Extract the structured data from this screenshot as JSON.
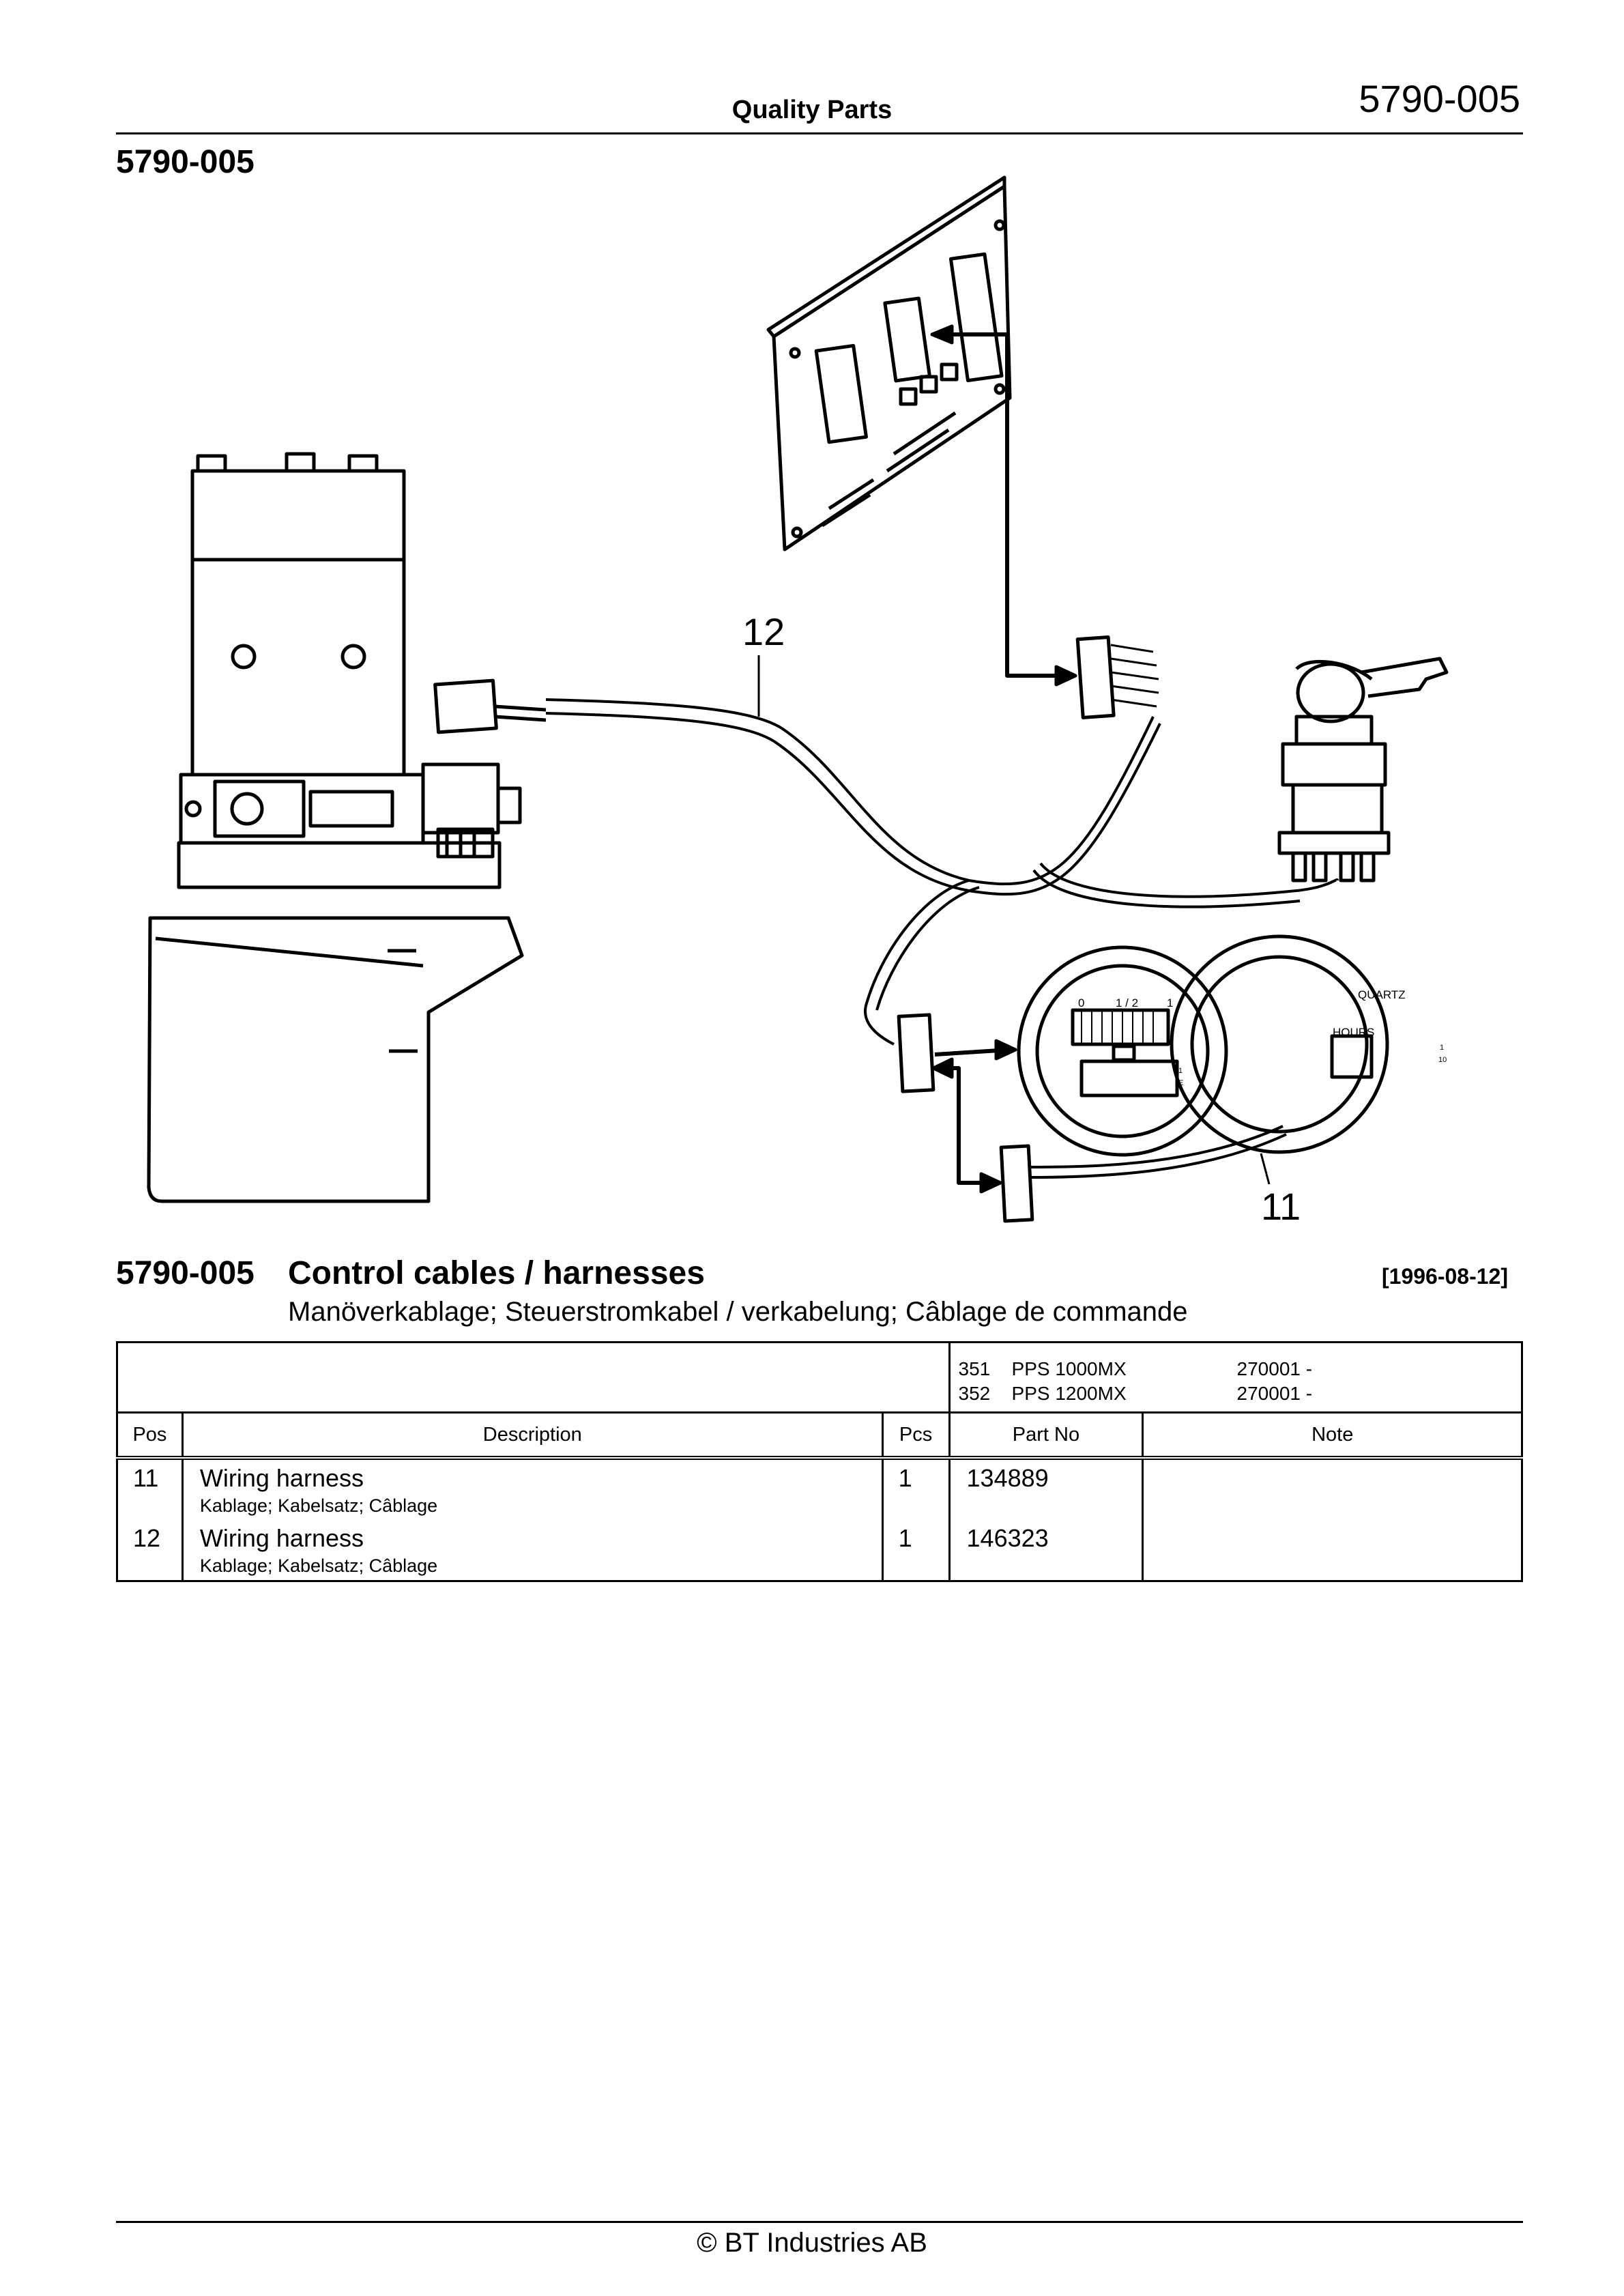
{
  "header": {
    "center_title": "Quality Parts",
    "doc_number": "5790-005"
  },
  "section_code": "5790-005",
  "figure": {
    "callout_12": "12",
    "callout_11": "11",
    "gauge_left_ticks": [
      "0",
      "1 / 2",
      "1"
    ],
    "gauge_left_marks": [
      "1",
      "E"
    ],
    "gauge_right_brand": "QUARTZ",
    "gauge_right_label": "HOURS",
    "gauge_right_marks": [
      "1",
      "10"
    ]
  },
  "title": {
    "code": "5790-005",
    "main": "Control cables / harnesses",
    "date": "[1996-08-12]",
    "subtitle": "Manöverkablage; Steuerstromkabel / verkabelung; Câblage de commande"
  },
  "variants": [
    {
      "code": "351",
      "model": "PPS 1000MX",
      "serial": "270001 -"
    },
    {
      "code": "352",
      "model": "PPS 1200MX",
      "serial": "270001 -"
    }
  ],
  "columns": {
    "pos": "Pos",
    "description": "Description",
    "pcs": "Pcs",
    "part_no": "Part No",
    "note": "Note"
  },
  "items": [
    {
      "pos": "11",
      "description": "Wiring harness",
      "translations": "Kablage; Kabelsatz; Câblage",
      "pcs": "1",
      "part_no": "134889",
      "note": ""
    },
    {
      "pos": "12",
      "description": "Wiring harness",
      "translations": "Kablage; Kabelsatz; Câblage",
      "pcs": "1",
      "part_no": "146323",
      "note": ""
    }
  ],
  "footer": {
    "copyright": "© BT Industries AB"
  }
}
